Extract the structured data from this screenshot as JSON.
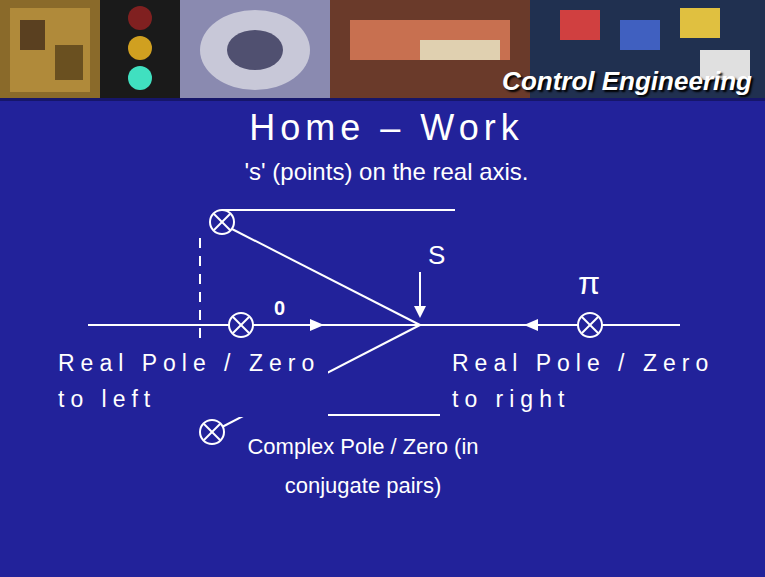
{
  "diagram": {
    "title": "Home – Work",
    "labels": [
      "Control Engineering",
      "'s' (points) on the real axis.",
      "S",
      "0",
      "π",
      "Real Pole / Zero to left",
      "Real Pole / Zero to right",
      "Complex Pole / Zero (in conjugate pairs)"
    ]
  }
}
